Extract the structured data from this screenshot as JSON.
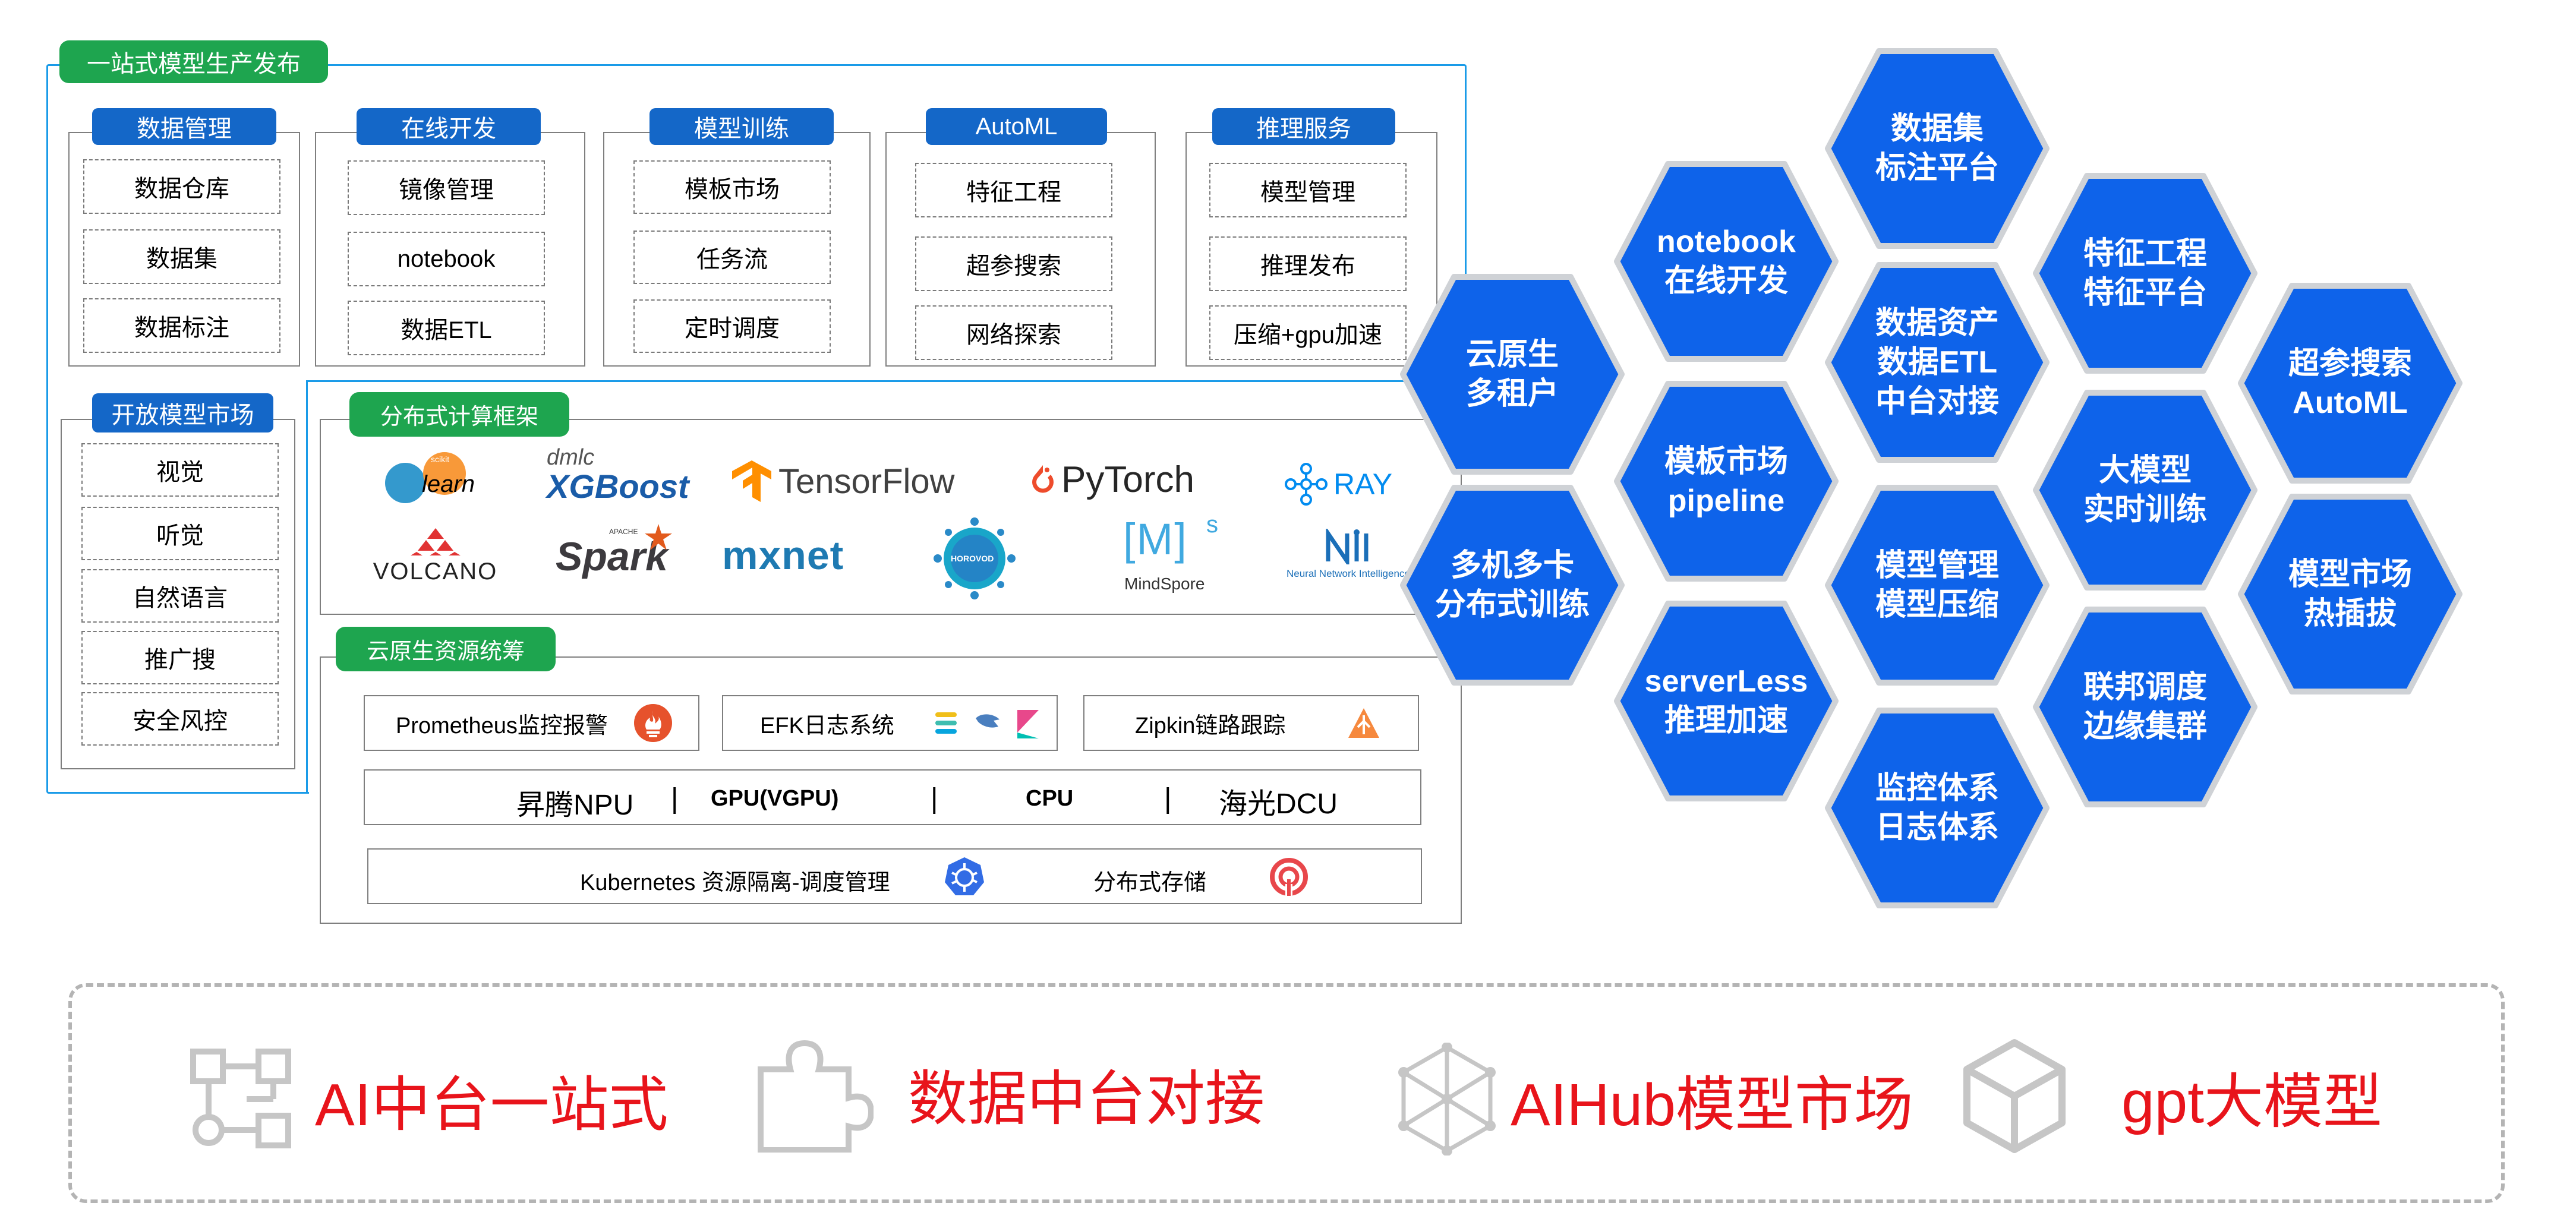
{
  "platform": {
    "title": "一站式模型生产发布",
    "modules": [
      {
        "title": "数据管理",
        "items": [
          "数据仓库",
          "数据集",
          "数据标注"
        ]
      },
      {
        "title": "在线开发",
        "items": [
          "镜像管理",
          "notebook",
          "数据ETL"
        ]
      },
      {
        "title": "模型训练",
        "items": [
          "模板市场",
          "任务流",
          "定时调度"
        ]
      },
      {
        "title": "AutoML",
        "items": [
          "特征工程",
          "超参搜索",
          "网络探索"
        ]
      },
      {
        "title": "推理服务",
        "items": [
          "模型管理",
          "推理发布",
          "压缩+gpu加速"
        ]
      }
    ],
    "market": {
      "title": "开放模型市场",
      "items": [
        "视觉",
        "听觉",
        "自然语言",
        "推广搜",
        "安全风控"
      ]
    }
  },
  "frameworks": {
    "title": "分布式计算框架",
    "logos": {
      "sklearn_small": "scikit",
      "sklearn": "learn",
      "xgboost_small": "dmlc",
      "xgboost": "XGBoost",
      "tensorflow": "TensorFlow",
      "pytorch": "PyTorch",
      "ray": "RAY",
      "volcano": "VOLCANO",
      "spark_small": "APACHE",
      "spark": "Spark",
      "mxnet": "mxnet",
      "horovod": "HOROVOD",
      "mindspore_mark": "[M]",
      "mindspore_sup": "s",
      "mindspore": "MindSpore",
      "nni": "Neural Network Intelligence"
    }
  },
  "resources": {
    "title": "云原生资源统筹",
    "monitoring": [
      {
        "label": "Prometheus监控报警",
        "icon": "prometheus-icon"
      },
      {
        "label": "EFK日志系统",
        "icon": "efk-icon"
      },
      {
        "label": "Zipkin链路跟踪",
        "icon": "zipkin-icon"
      }
    ],
    "compute": [
      "昇腾NPU",
      "GPU(VGPU)",
      "CPU",
      "海光DCU"
    ],
    "separator": "|",
    "kubernetes": "Kubernetes 资源隔离-调度管理",
    "storage": "分布式存储"
  },
  "hexes": [
    {
      "lines": [
        "数据集",
        "标注平台"
      ]
    },
    {
      "lines": [
        "notebook",
        "在线开发"
      ]
    },
    {
      "lines": [
        "特征工程",
        "特征平台"
      ]
    },
    {
      "lines": [
        "云原生",
        "多租户"
      ]
    },
    {
      "lines": [
        "数据资产",
        "数据ETL",
        "中台对接"
      ]
    },
    {
      "lines": [
        "超参搜索",
        "AutoML"
      ]
    },
    {
      "lines": [
        "模板市场",
        "pipeline"
      ]
    },
    {
      "lines": [
        "大模型",
        "实时训练"
      ]
    },
    {
      "lines": [
        "多机多卡",
        "分布式训练"
      ]
    },
    {
      "lines": [
        "模型管理",
        "模型压缩"
      ]
    },
    {
      "lines": [
        "模型市场",
        "热插拔"
      ]
    },
    {
      "lines": [
        "serverLess",
        "推理加速"
      ]
    },
    {
      "lines": [
        "联邦调度",
        "边缘集群"
      ]
    },
    {
      "lines": [
        "监控体系",
        "日志体系"
      ]
    }
  ],
  "bottom": [
    {
      "label": "AI中台一站式",
      "icon": "flow-icon"
    },
    {
      "label": "数据中台对接",
      "icon": "puzzle-icon"
    },
    {
      "label": "AIHub模型市场",
      "icon": "network-icon"
    },
    {
      "label": "gpt大模型",
      "icon": "cube-icon"
    }
  ],
  "colors": {
    "hex_fill": "#0e63ea",
    "hex_border": "#cfd2d6",
    "frame_blue": "#1a9be8",
    "tag_green": "#1ea54f",
    "tag_blue": "#1467c8",
    "bottom_text": "#e8141b"
  }
}
